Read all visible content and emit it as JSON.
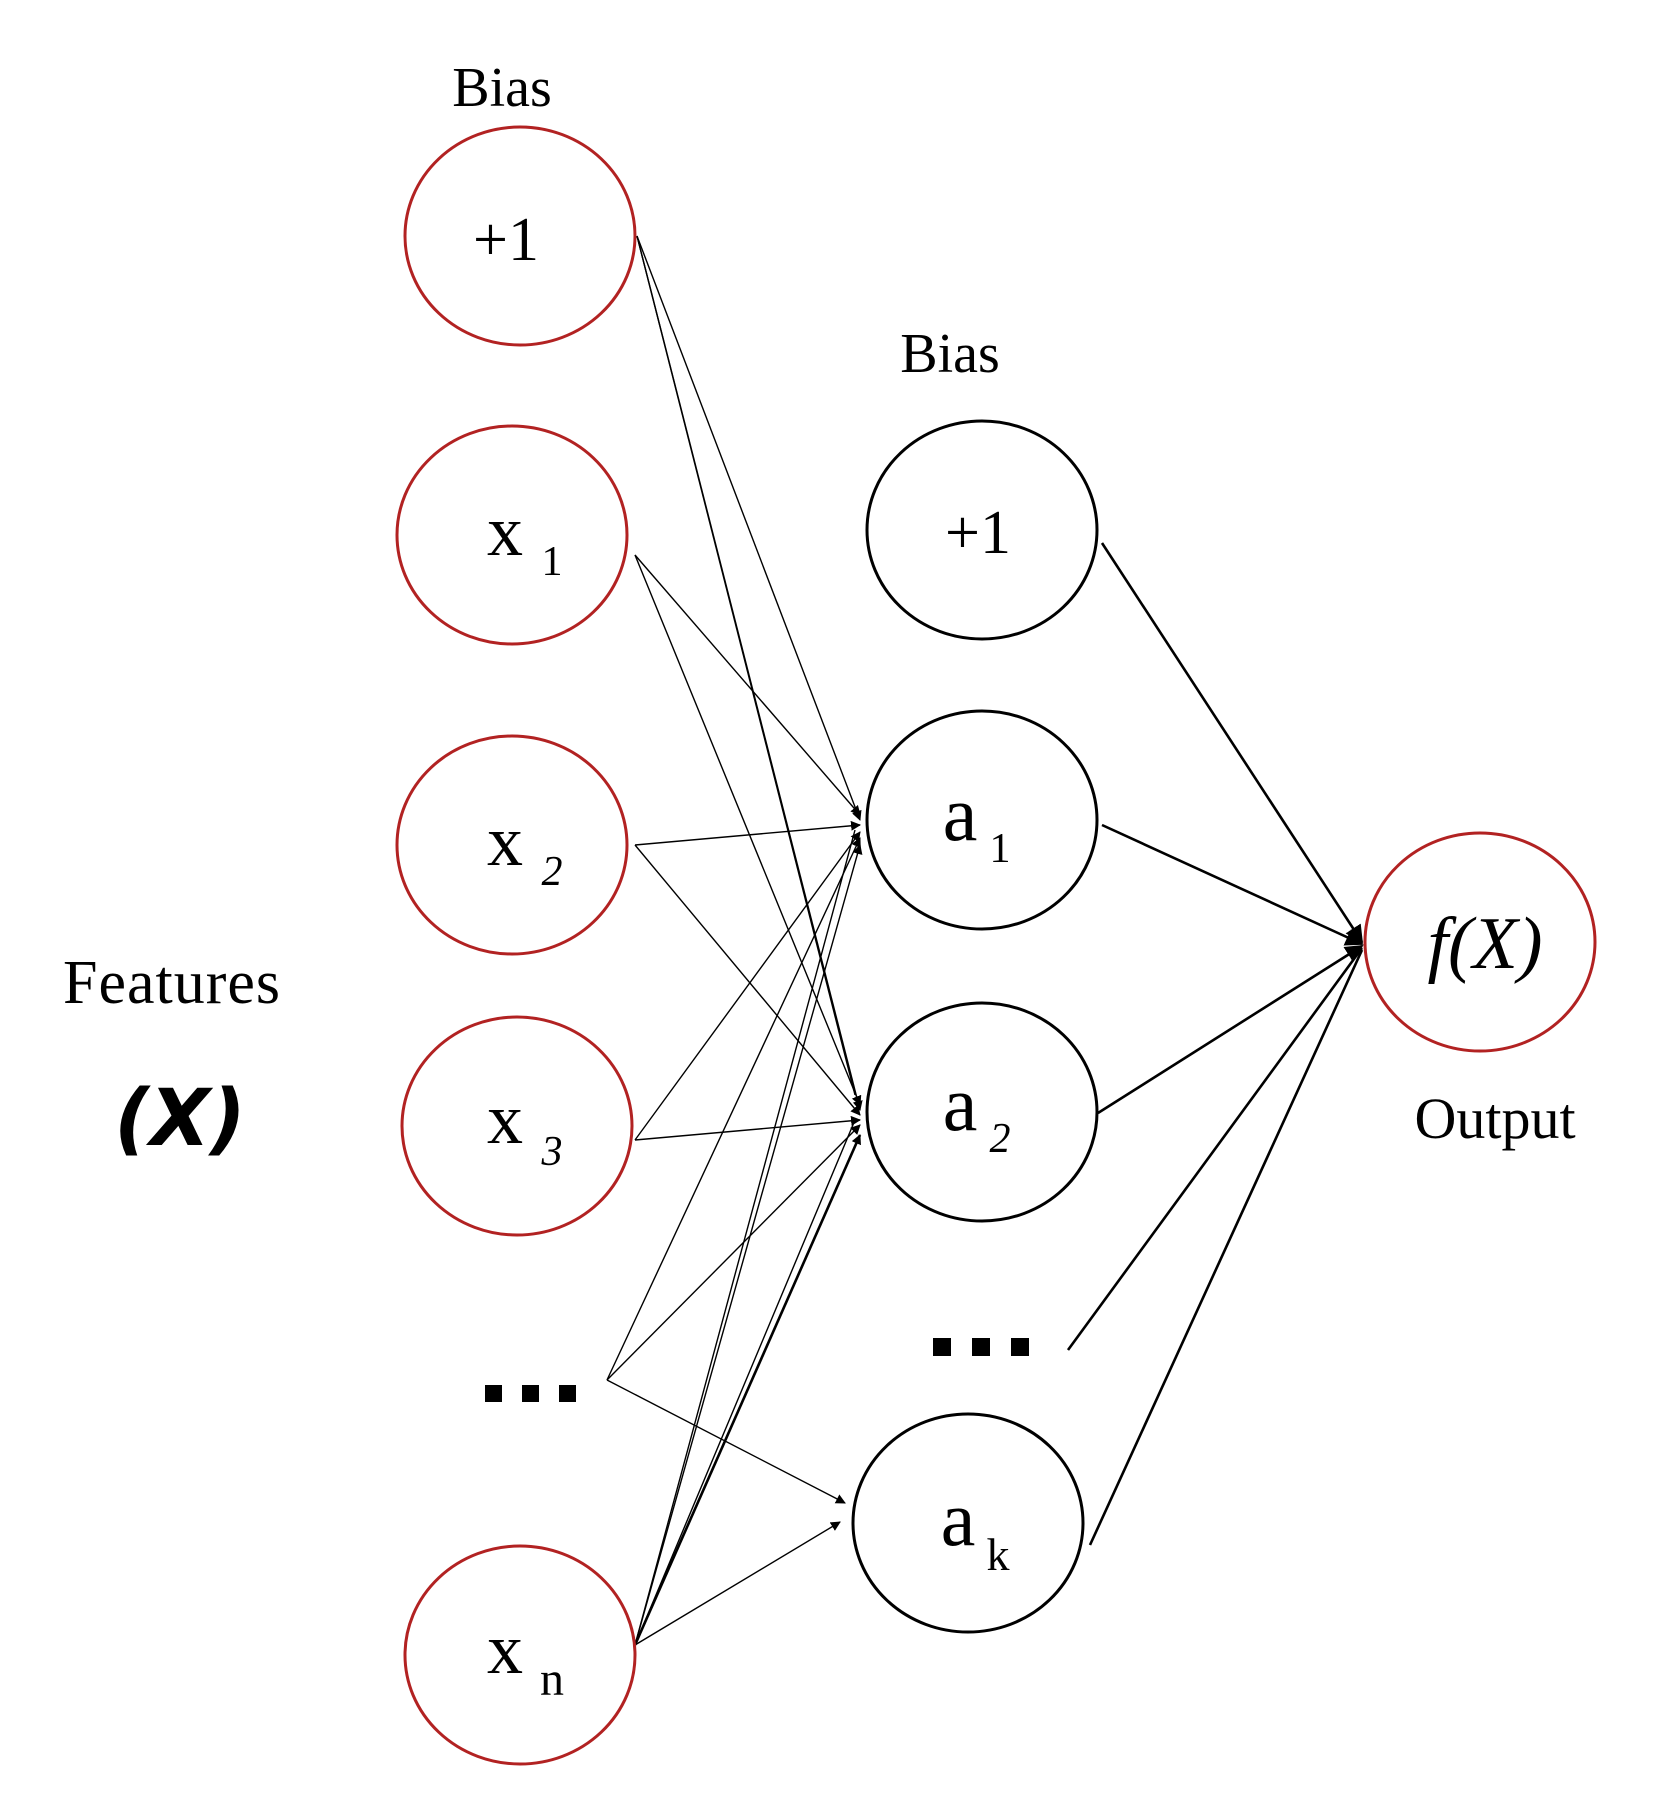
{
  "labels": {
    "input_bias": "Bias",
    "hidden_bias": "Bias",
    "features": "Features",
    "features_symbol": "(X)",
    "output": "Output"
  },
  "input_nodes": [
    {
      "main": "+1",
      "sub": ""
    },
    {
      "main": "x",
      "sub": "1"
    },
    {
      "main": "x",
      "sub": "2"
    },
    {
      "main": "x",
      "sub": "3"
    },
    {
      "main": "x",
      "sub": "n"
    }
  ],
  "hidden_nodes": [
    {
      "main": "+1",
      "sub": ""
    },
    {
      "main": "a",
      "sub": "1"
    },
    {
      "main": "a",
      "sub": "2"
    },
    {
      "main": "a",
      "sub": "k"
    }
  ],
  "output_node": {
    "text": "f(X)"
  },
  "colors": {
    "input_stroke": "#b22222",
    "hidden_stroke": "#000000",
    "edge": "#000000"
  }
}
